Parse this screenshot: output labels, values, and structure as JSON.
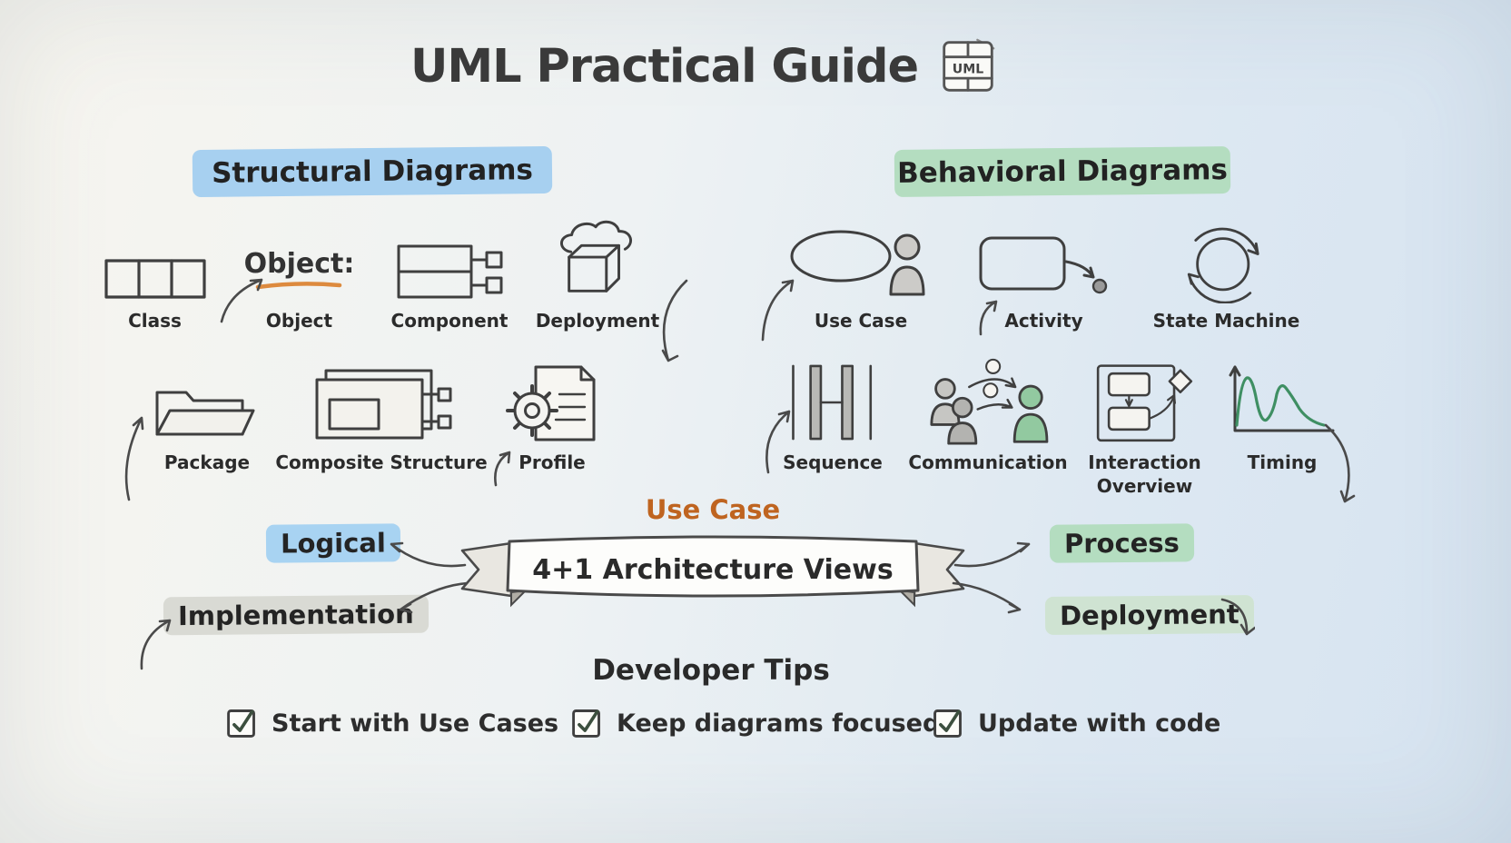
{
  "title": "UML Practical Guide",
  "title_badge": "UML",
  "structural": {
    "heading": "Structural Diagrams",
    "row1": [
      {
        "label": "Class",
        "icon": "class-diagram-icon"
      },
      {
        "label": "Object",
        "icon": "object-underline-icon",
        "icon_text": "Object:"
      },
      {
        "label": "Component",
        "icon": "component-diagram-icon"
      },
      {
        "label": "Deployment",
        "icon": "deployment-diagram-icon"
      }
    ],
    "row2": [
      {
        "label": "Package",
        "icon": "package-folder-icon"
      },
      {
        "label": "Composite Structure",
        "icon": "composite-structure-icon"
      },
      {
        "label": "Profile",
        "icon": "profile-gear-document-icon"
      }
    ]
  },
  "behavioral": {
    "heading": "Behavioral Diagrams",
    "row1": [
      {
        "label": "Use Case",
        "icon": "use-case-ellipse-actor-icon"
      },
      {
        "label": "Activity",
        "icon": "activity-rounded-rect-icon"
      },
      {
        "label": "State Machine",
        "icon": "state-machine-cycle-icon"
      }
    ],
    "row2": [
      {
        "label": "Sequence",
        "icon": "sequence-lifelines-icon"
      },
      {
        "label": "Communication",
        "icon": "communication-actors-icon"
      },
      {
        "label": "Interaction Overview",
        "icon": "interaction-overview-icon"
      },
      {
        "label": "Timing",
        "icon": "timing-waveform-icon"
      }
    ]
  },
  "architecture": {
    "banner": "4+1 Architecture Views",
    "top_label": "Use Case",
    "left_top": "Logical",
    "left_bottom": "Implementation",
    "right_top": "Process",
    "right_bottom": "Deployment"
  },
  "tips": {
    "heading": "Developer Tips",
    "items": [
      "Start with Use Cases",
      "Keep diagrams focused",
      "Update with code"
    ]
  },
  "colors": {
    "background_left": "#f6f4ee",
    "background_right": "#d7e4f0",
    "structural_highlight": "#a7d0f0",
    "behavioral_highlight": "#b4ddc0",
    "implementation_highlight": "#d9dad4",
    "deployment_highlight": "#cfe3d2",
    "accent_orange": "#bf6420",
    "ink": "#3f3f3f"
  }
}
